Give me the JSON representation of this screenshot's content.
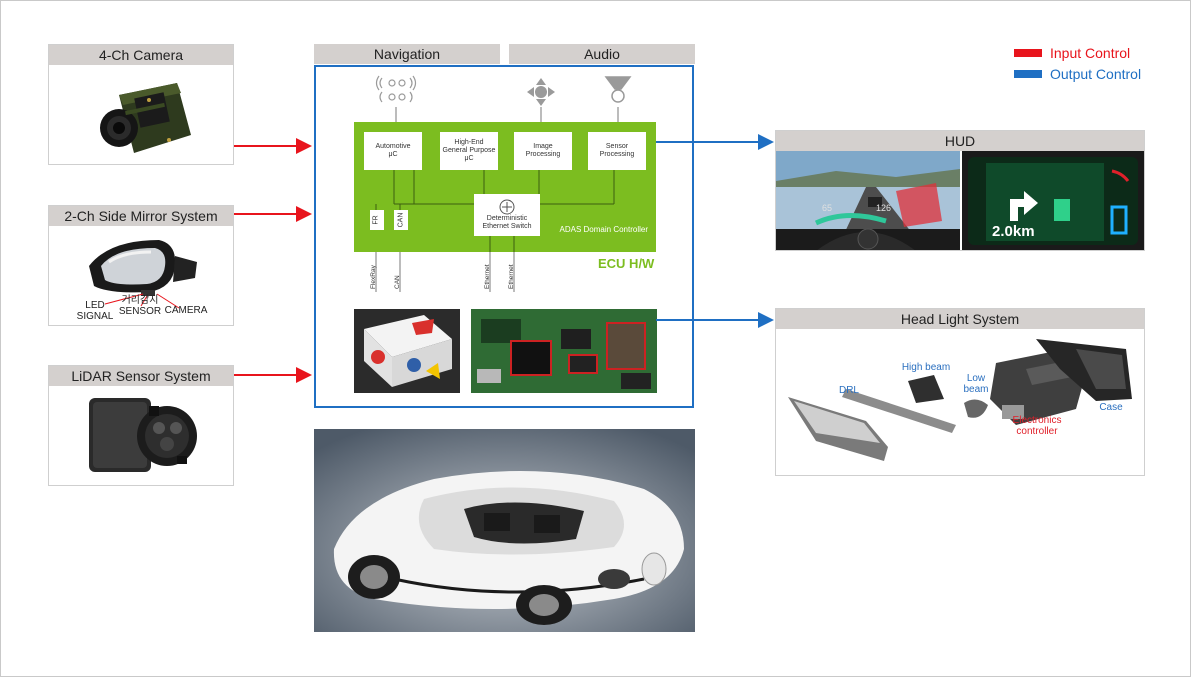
{
  "legend": {
    "input_label": "Input Control",
    "output_label": "Output Control",
    "input_color": "#e8141c",
    "output_color": "#1f6fc3"
  },
  "inputs": {
    "camera": {
      "title": "4-Ch Camera"
    },
    "mirror": {
      "title": "2-Ch Side Mirror System",
      "callout_led": "LED\nSIGNAL",
      "callout_sensor": "거리감지\nSENSOR",
      "callout_camera": "CAMERA"
    },
    "lidar": {
      "title": "LiDAR Sensor System"
    }
  },
  "ecu": {
    "tab_navigation": "Navigation",
    "tab_audio": "Audio",
    "blocks": {
      "automotive": "Automotive\nμC",
      "high_end": "High-End\nGeneral Purpose\nμC",
      "image": "Image\nProcessing",
      "sensor": "Sensor\nProcessing",
      "ethernet_switch": "Deterministic\nEthernet Switch",
      "fr": "FR",
      "can": "CAN"
    },
    "controller_label": "ADAS Domain Controller",
    "hw_label": "ECU H/W",
    "bus_labels": {
      "flexray": "FlexRay",
      "can": "CAN",
      "ethernet1": "Ethernet",
      "ethernet2": "Ethernet"
    }
  },
  "outputs": {
    "hud": {
      "title": "HUD",
      "distance": "2.0km",
      "speed_left": "65",
      "speed_right": "126"
    },
    "headlight": {
      "title": "Head Light System",
      "labels": {
        "drl": "DRL",
        "high_beam": "High beam",
        "low_beam": "Low\nbeam",
        "electronics": "Electronics\ncontroller",
        "case": "Case"
      }
    }
  },
  "icons": {
    "antenna": "antenna-icon",
    "speaker": "speaker-icon",
    "sensor": "sensor-icon",
    "arrow": "arrow-icon"
  }
}
